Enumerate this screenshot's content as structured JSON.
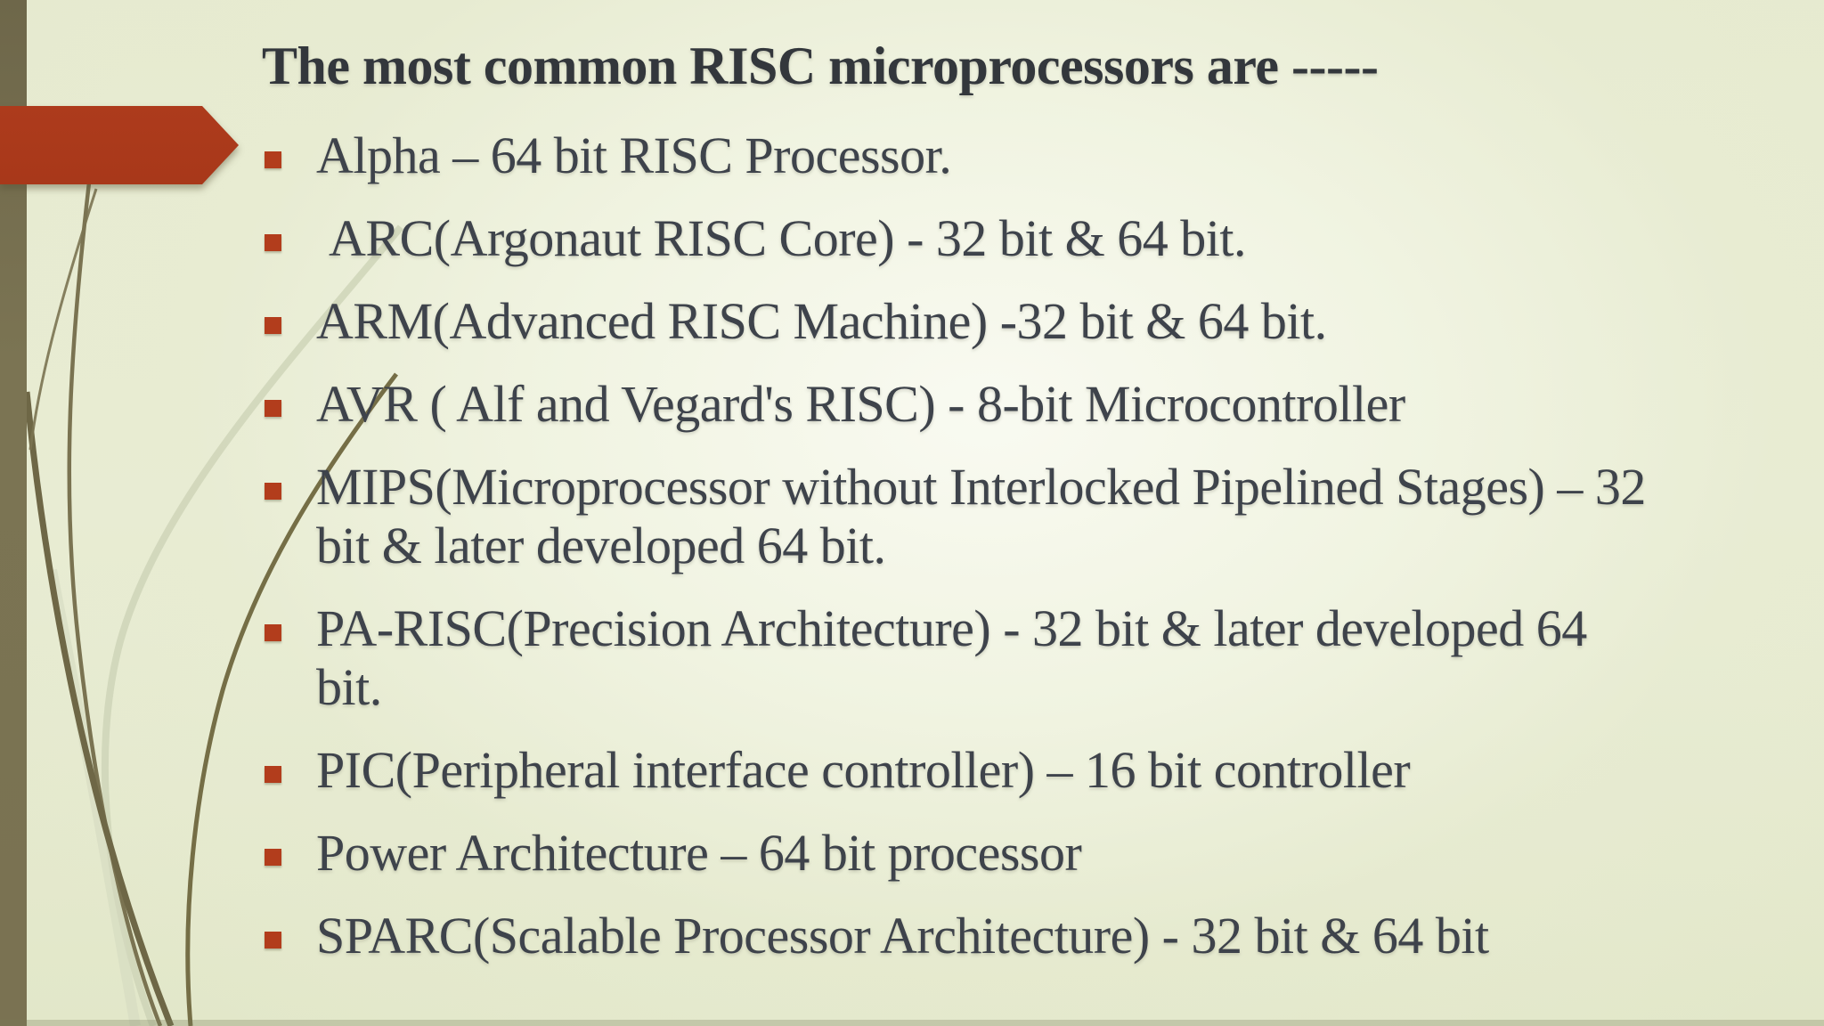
{
  "slide": {
    "title": "The most common RISC microprocessors are -----",
    "bullets": [
      "Alpha – 64 bit RISC Processor.",
      " ARC(Argonaut RISC Core) - 32 bit & 64 bit.",
      "ARM(Advanced RISC Machine) -32 bit & 64 bit.",
      "AVR ( Alf and Vegard's RISC) - 8-bit Microcontroller",
      "MIPS(Microprocessor without Interlocked Pipelined Stages) – 32 bit & later developed 64 bit.",
      "PA-RISC(Precision Architecture) - 32 bit & later developed 64 bit.",
      "PIC(Peripheral interface controller) – 16 bit controller",
      "Power Architecture – 64 bit processor",
      "SPARC(Scalable Processor Architecture) - 32 bit & 64 bit"
    ],
    "colors": {
      "accent_arrow_red": "#a93a1b",
      "bullet_square_red": "#b23d1c",
      "edge_bar_olive": "#78714f",
      "stem_olive": "#7a7351",
      "stem_sage": "#cdd3b7",
      "background_edge": "#e3e8cc",
      "background_center": "#f7f8f0",
      "title_text": "#33373c",
      "body_text": "#3e434b"
    }
  }
}
